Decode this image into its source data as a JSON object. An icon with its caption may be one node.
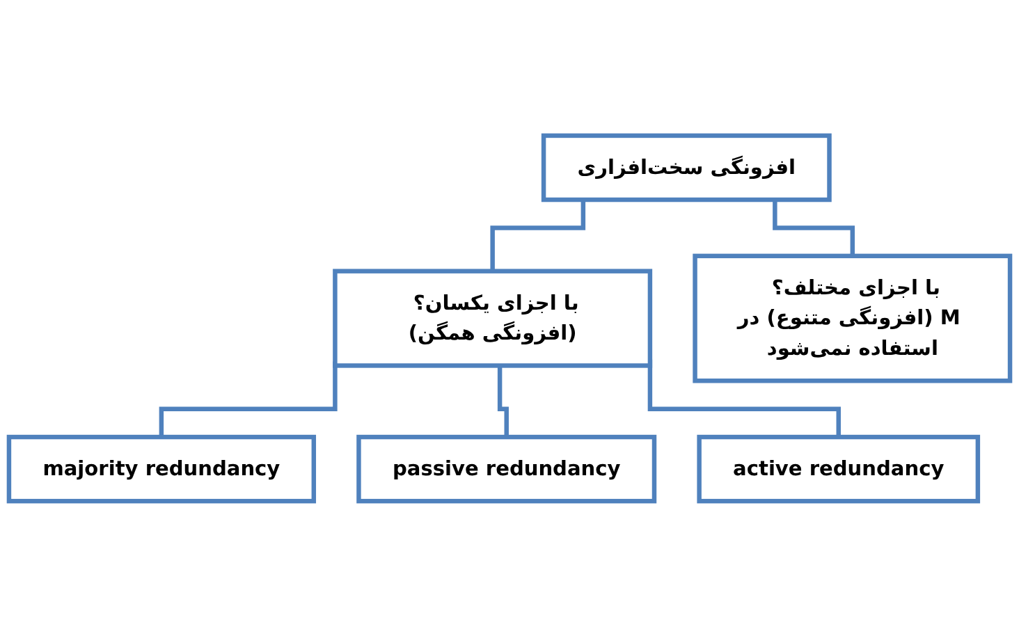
{
  "diagram": {
    "nodes": [
      {
        "text": [
          "افزونگی سخت‌افزاری"
        ]
      },
      {
        "text": [
          "با اجزای یکسان؟ (افزونگی همگن)"
        ]
      },
      {
        "text": [
          "با اجزای مختلف؟ (افزونگی متنوع) در M استفاده نمی‌شود"
        ]
      },
      {
        "text": [
          "majority redundancy"
        ]
      },
      {
        "text": [
          "passive redundancy"
        ]
      },
      {
        "text": [
          "active redundancy"
        ]
      }
    ],
    "edges": [
      {
        "from": 0,
        "to": 1,
        "arrow": "none"
      },
      {
        "from": 0,
        "to": 2,
        "arrow": "none"
      },
      {
        "from": 1,
        "to": 3,
        "arrow": "none"
      },
      {
        "from": 1,
        "to": 4,
        "arrow": "none"
      },
      {
        "from": 1,
        "to": 5,
        "arrow": "none"
      }
    ]
  }
}
